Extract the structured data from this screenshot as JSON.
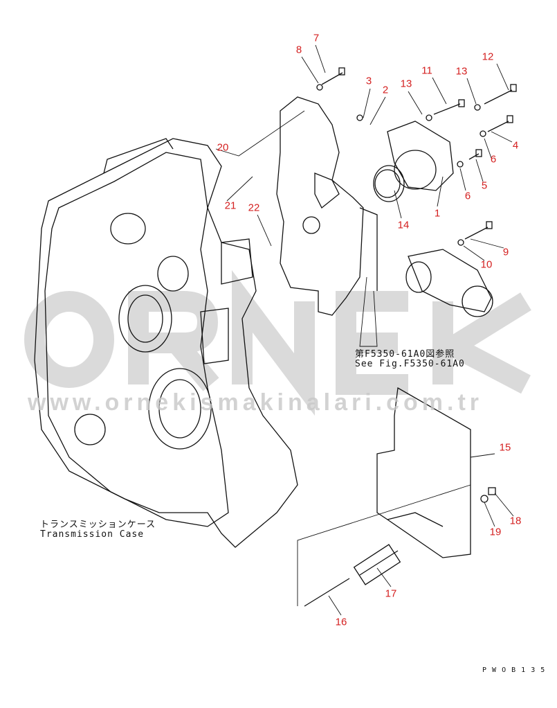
{
  "watermark": {
    "brand": "ORNEK",
    "url": "www.ornekismakinalari.com.tr",
    "color": "#c8c8c8"
  },
  "label_color": "#d42020",
  "callouts": [
    "7",
    "8",
    "3",
    "2",
    "13",
    "11",
    "13",
    "12",
    "4",
    "6",
    "5",
    "6",
    "1",
    "14",
    "20",
    "21",
    "22",
    "9",
    "10",
    "15",
    "18",
    "19",
    "17",
    "16"
  ],
  "reference_note": {
    "jp": "第F5350-61A0図参照",
    "en": "See Fig.F5350-61A0"
  },
  "case_label": {
    "jp": "トランスミッションケース",
    "en": "Transmission Case"
  },
  "drawing_code": "P W O B 1 3 5"
}
